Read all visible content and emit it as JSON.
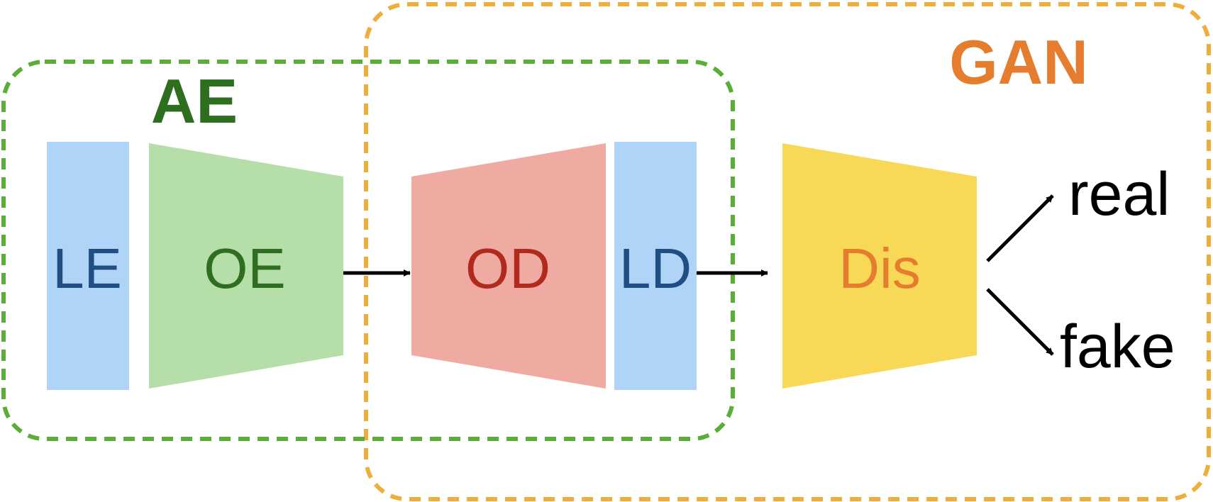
{
  "groups": {
    "ae": {
      "label": "AE",
      "color": "#2d6e1f",
      "border_color": "#5aad37"
    },
    "gan": {
      "label": "GAN",
      "color": "#e57c2e",
      "border_color": "#efad3c"
    }
  },
  "blocks": {
    "le": {
      "label": "LE",
      "fill": "#b0d4f7",
      "text_color": "#1f4e82"
    },
    "oe": {
      "label": "OE",
      "fill": "#b6dea8",
      "text_color": "#2f6e21"
    },
    "od": {
      "label": "OD",
      "fill": "#efaaa2",
      "text_color": "#b02a1e"
    },
    "ld": {
      "label": "LD",
      "fill": "#b0d4f7",
      "text_color": "#1f4e82"
    },
    "dis": {
      "label": "Dis",
      "fill": "#f7d957",
      "text_color": "#e57c2e"
    }
  },
  "outputs": {
    "real": "real",
    "fake": "fake"
  },
  "arrow_color": "#000000"
}
